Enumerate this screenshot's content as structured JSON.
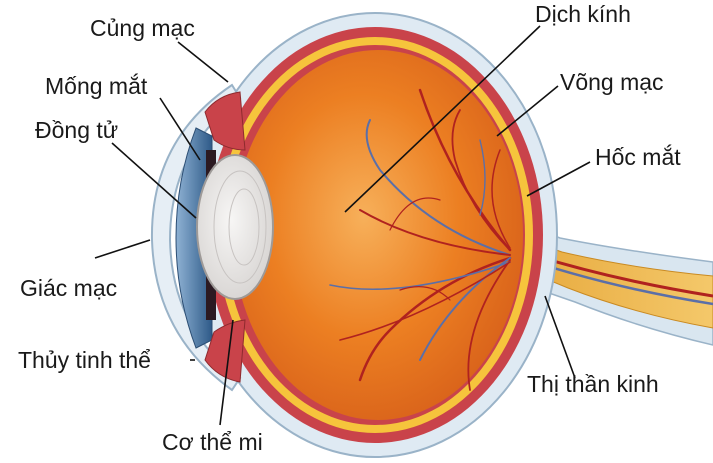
{
  "diagram": {
    "labels": {
      "sclera": "Củng mạc",
      "iris": "Mống mắt",
      "pupil": "Đồng tử",
      "cornea": "Giác mạc",
      "lens": "Thủy tinh thể",
      "ciliary_body": "Cơ thể mi",
      "vitreous": "Dịch kính",
      "retina": "Võng mạc",
      "choroid": "Hốc mắt",
      "optic_nerve": "Thị thần kinh"
    },
    "colors": {
      "sclera_outer": "#dfeaf3",
      "choroid_red": "#c9434a",
      "retina_yellow": "#f6c43c",
      "vitreous_orange": "#e8731a",
      "vitreous_center": "#f4a24a",
      "lens": "#ecebea",
      "iris_blue": "#3f6f9c",
      "vessels_red": "#b0221f",
      "vessels_blue": "#5b6fa8"
    }
  }
}
